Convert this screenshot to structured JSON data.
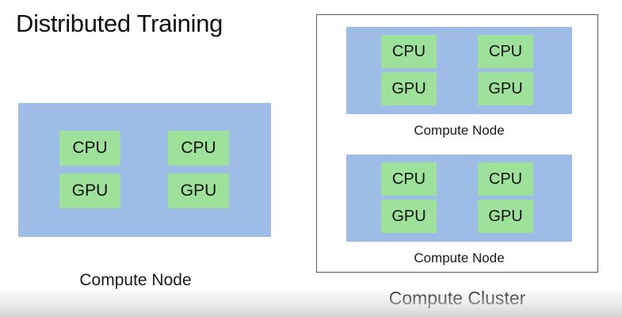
{
  "title": "Distributed Training",
  "chip_labels": {
    "cpu": "CPU",
    "gpu": "GPU"
  },
  "single_node": {
    "label": "Compute Node"
  },
  "cluster": {
    "label": "Compute Cluster",
    "node_labels": [
      "Compute Node",
      "Compute Node"
    ]
  },
  "colors": {
    "node_fill": "#9dbde6",
    "chip_fill": "#9ee19a",
    "cluster_border": "#5a5a5a"
  }
}
